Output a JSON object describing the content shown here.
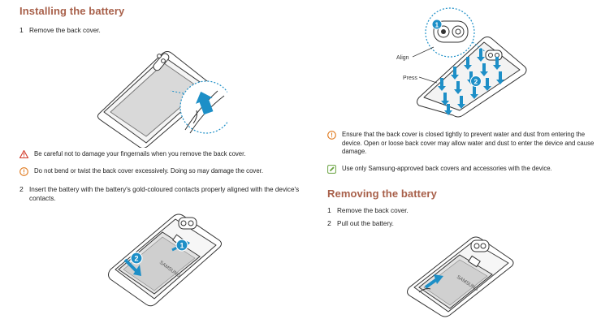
{
  "left": {
    "title": "Installing the battery",
    "step1": {
      "num": "1",
      "text": "Remove the back cover."
    },
    "caution": "Be careful not to damage your fingernails when you remove the back cover.",
    "warning": "Do not bend or twist the back cover excessively. Doing so may damage the cover.",
    "step2": {
      "num": "2",
      "text": "Insert the battery with the battery's gold-coloured contacts properly aligned with the device's contacts."
    },
    "fig2": {
      "badge1": "1",
      "badge2": "2",
      "battery_label": "SAMSUNG"
    }
  },
  "right": {
    "fig": {
      "align_label": "Align",
      "press_label": "Press",
      "badge": "2"
    },
    "warning": "Ensure that the back cover is closed tightly to prevent water and dust from entering the device. Open or loose back cover may allow water and dust to enter the device and cause damage.",
    "note": "Use only Samsung-approved back covers and accessories with the device.",
    "title": "Removing the battery",
    "step1": {
      "num": "1",
      "text": "Remove the back cover."
    },
    "step2": {
      "num": "2",
      "text": "Pull out the battery."
    },
    "fig3": {
      "battery_label": "SAMSUNG"
    }
  },
  "colors": {
    "heading": "#a8604a",
    "accent": "#1d8fc7",
    "caution": "#d23a2a",
    "warning": "#e07a1f",
    "note": "#6aa341"
  },
  "icons": [
    "caution-triangle-icon",
    "warning-circle-icon",
    "note-pencil-icon"
  ]
}
